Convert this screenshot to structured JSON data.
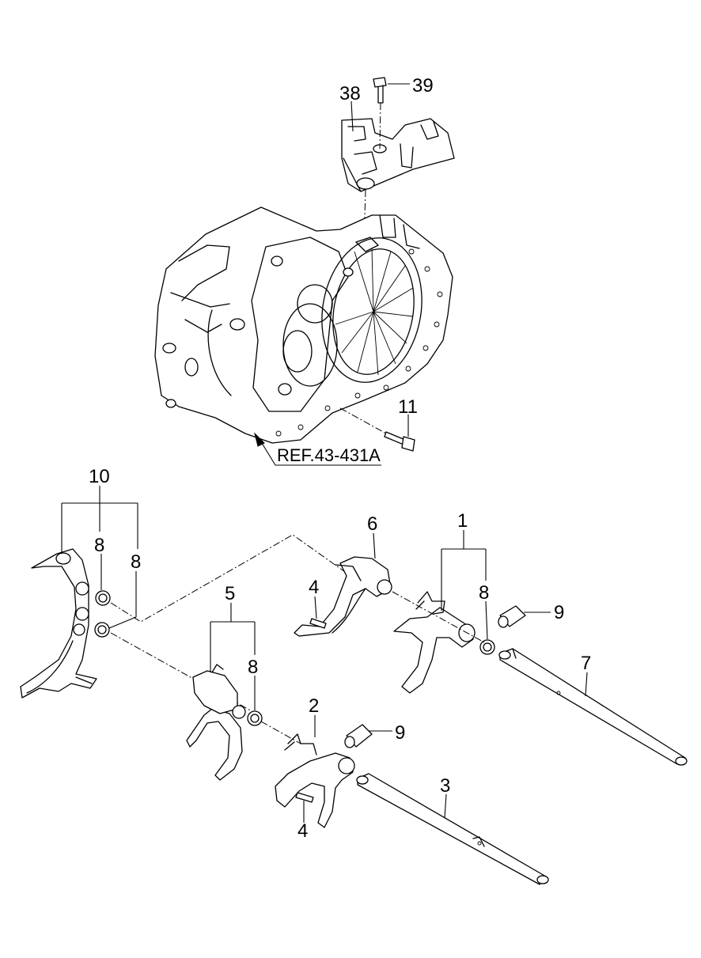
{
  "diagram": {
    "labels": {
      "l38": "38",
      "l39": "39",
      "l11": "11",
      "l10": "10",
      "l8a": "8",
      "l8b": "8",
      "l6": "6",
      "l4a": "4",
      "l1": "1",
      "l8c": "8",
      "l9a": "9",
      "l5": "5",
      "l8d": "8",
      "l7": "7",
      "l2": "2",
      "l9b": "9",
      "l3": "3",
      "l4b": "4"
    },
    "reference": "REF.43-431A"
  }
}
